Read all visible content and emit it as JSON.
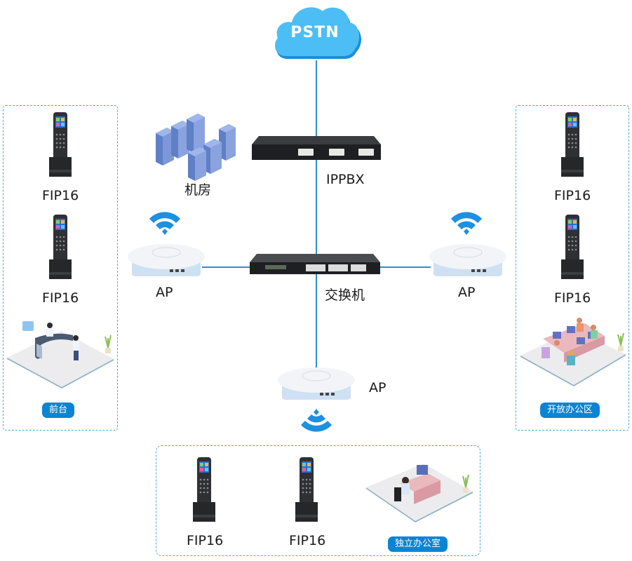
{
  "cloud": {
    "label": "PSTN",
    "color": "#4dbdf5"
  },
  "ippbx": {
    "label": "IPPBX"
  },
  "server_room": {
    "label": "机房"
  },
  "switch": {
    "label": "交换机"
  },
  "access_points": {
    "left": {
      "label": "AP"
    },
    "right": {
      "label": "AP"
    },
    "bottom": {
      "label": "AP"
    }
  },
  "zones": {
    "front_desk": {
      "phones": [
        {
          "label": "FIP16"
        },
        {
          "label": "FIP16"
        }
      ],
      "badge": "前台"
    },
    "open_office": {
      "phones": [
        {
          "label": "FIP16"
        },
        {
          "label": "FIP16"
        }
      ],
      "badge": "开放办公区"
    },
    "private_office": {
      "phones": [
        {
          "label": "FIP16"
        },
        {
          "label": "FIP16"
        }
      ],
      "badge": "独立办公室"
    }
  },
  "colors": {
    "accent": "#0b84d4",
    "link": "#2a8fd0",
    "zone_border": "#4aa8dc",
    "wifi": "#1e90e0"
  }
}
